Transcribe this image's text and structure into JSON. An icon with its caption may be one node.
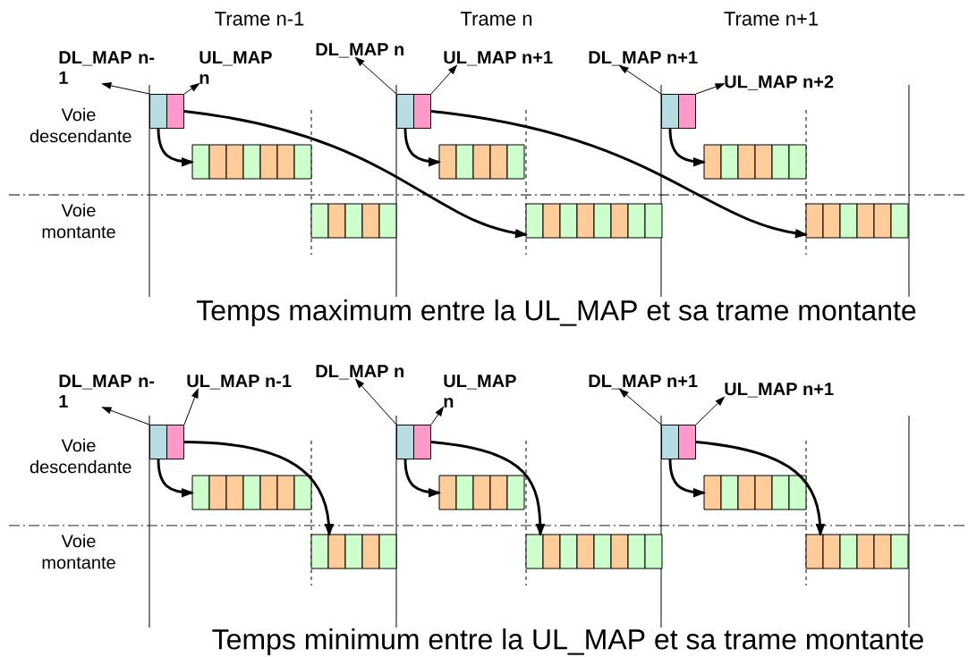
{
  "diagram": {
    "nodes": [
      {
        "text": [
          "DL_MAP n-1"
        ]
      },
      {
        "text": [
          "UL_MAP n"
        ]
      },
      {
        "text": [
          "DL_MAP n"
        ]
      },
      {
        "text": [
          "UL_MAP n+1"
        ]
      },
      {
        "text": [
          "DL_MAP n+1"
        ]
      },
      {
        "text": [
          "UL_MAP n+2"
        ]
      },
      {
        "text": [],
        "shape": "box"
      },
      {
        "text": [],
        "shape": "box"
      },
      {
        "text": [],
        "shape": "box"
      },
      {
        "text": [],
        "shape": "box"
      },
      {
        "text": [],
        "shape": "box"
      },
      {
        "text": [],
        "shape": "box"
      },
      {
        "text": [],
        "shape": "bar"
      },
      {
        "text": [],
        "shape": "bar"
      },
      {
        "text": [],
        "shape": "bar"
      },
      {
        "text": [],
        "shape": "bar"
      },
      {
        "text": [],
        "shape": "bar"
      },
      {
        "text": [],
        "shape": "bar"
      },
      {
        "text": [
          "DL_MAP n-1"
        ]
      },
      {
        "text": [
          "UL_MAP n-1"
        ]
      },
      {
        "text": [
          "DL_MAP n"
        ]
      },
      {
        "text": [
          "UL_MAP n"
        ]
      },
      {
        "text": [
          "DL_MAP n+1"
        ]
      },
      {
        "text": [
          "UL_MAP n+1"
        ]
      },
      {
        "text": [],
        "shape": "box"
      },
      {
        "text": [],
        "shape": "box"
      },
      {
        "text": [],
        "shape": "box"
      },
      {
        "text": [],
        "shape": "box"
      },
      {
        "text": [],
        "shape": "box"
      },
      {
        "text": [],
        "shape": "box"
      },
      {
        "text": [],
        "shape": "bar"
      },
      {
        "text": [],
        "shape": "bar"
      },
      {
        "text": [],
        "shape": "bar"
      },
      {
        "text": [],
        "shape": "bar"
      },
      {
        "text": [],
        "shape": "bar"
      },
      {
        "text": [],
        "shape": "bar"
      }
    ],
    "edges": [
      {
        "from": 6,
        "to": 0,
        "arrow": "to"
      },
      {
        "from": 7,
        "to": 1,
        "arrow": "to"
      },
      {
        "from": 8,
        "to": 2,
        "arrow": "to"
      },
      {
        "from": 9,
        "to": 3,
        "arrow": "to"
      },
      {
        "from": 10,
        "to": 4,
        "arrow": "to"
      },
      {
        "from": 11,
        "to": 5,
        "arrow": "to"
      },
      {
        "from": 6,
        "to": 12,
        "arrow": "to",
        "style": "thick"
      },
      {
        "from": 8,
        "to": 13,
        "arrow": "to",
        "style": "thick"
      },
      {
        "from": 10,
        "to": 14,
        "arrow": "to",
        "style": "thick"
      },
      {
        "from": 7,
        "to": 16,
        "arrow": "to",
        "style": "thick"
      },
      {
        "from": 9,
        "to": 17,
        "arrow": "to",
        "style": "thick"
      },
      {
        "from": 24,
        "to": 18,
        "arrow": "to"
      },
      {
        "from": 25,
        "to": 19,
        "arrow": "to"
      },
      {
        "from": 26,
        "to": 20,
        "arrow": "to"
      },
      {
        "from": 27,
        "to": 21,
        "arrow": "to"
      },
      {
        "from": 28,
        "to": 22,
        "arrow": "to"
      },
      {
        "from": 29,
        "to": 23,
        "arrow": "to"
      },
      {
        "from": 24,
        "to": 30,
        "arrow": "to",
        "style": "thick"
      },
      {
        "from": 26,
        "to": 31,
        "arrow": "to",
        "style": "thick"
      },
      {
        "from": 28,
        "to": 32,
        "arrow": "to",
        "style": "thick"
      },
      {
        "from": 25,
        "to": 33,
        "arrow": "to",
        "style": "thick"
      },
      {
        "from": 27,
        "to": 34,
        "arrow": "to",
        "style": "thick"
      },
      {
        "from": 29,
        "to": 35,
        "arrow": "to",
        "style": "thick"
      }
    ],
    "labels": [
      "Trame n-1",
      "Trame n",
      "Trame n+1",
      "Voie descendante",
      "Voie montante",
      "Temps maximum entre la UL_MAP et sa trame montante",
      "Voie descendante",
      "Voie montante",
      "Temps minimum entre la UL_MAP et sa trame montante"
    ]
  }
}
